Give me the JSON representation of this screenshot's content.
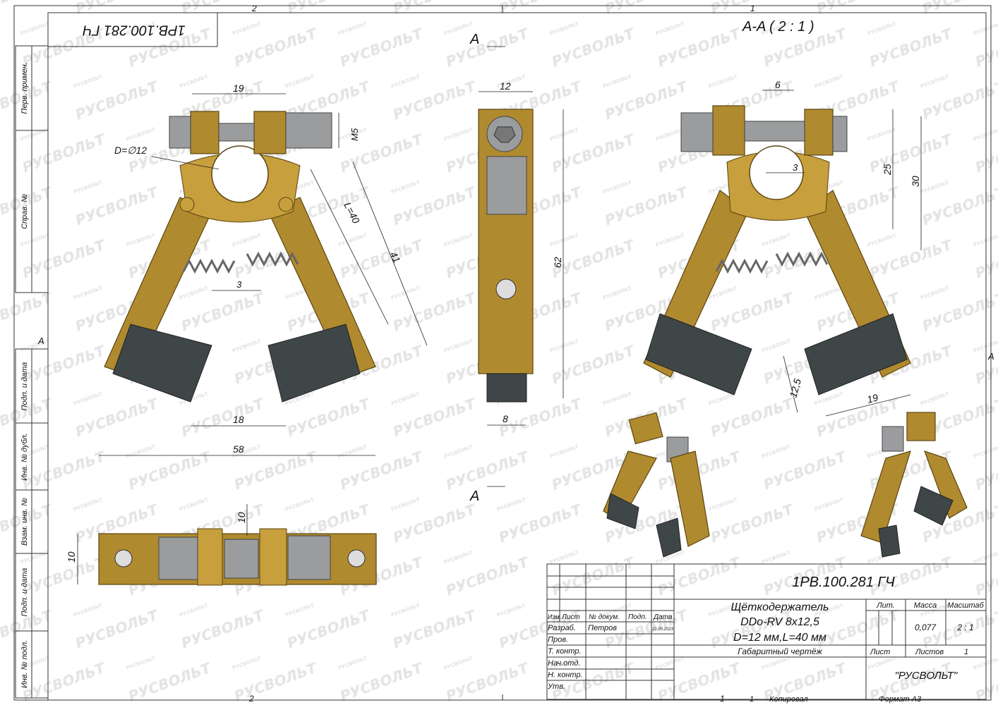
{
  "watermark": {
    "big": "РУСВОЛЬТ",
    "small": "РУСВОЛЬТ"
  },
  "frame": {
    "zone_top_left": "2",
    "zone_top_right": "1",
    "zone_bottom_left": "2",
    "zone_bottom_right": "1",
    "left_marker": "A",
    "right_marker": "A",
    "rotated_code": "1PB.100.281 ГЧ"
  },
  "side_strip": [
    "Перв. примен.",
    "Справ. №",
    "Подп. и дата",
    "Инв. № дубл.",
    "Взам. инв. №",
    "Подп. и дата",
    "Инв. № подл."
  ],
  "section": {
    "title": "A-A ( 2 : 1 )",
    "marker_top": "A",
    "marker_bottom": "A"
  },
  "dimensions": {
    "front": {
      "width_top": "19",
      "thread": "M5",
      "diameter": "D=∅12",
      "length": "L=40",
      "overall_len": "41",
      "gap": "3",
      "brush_gap": "18",
      "overall_width": "58"
    },
    "side": {
      "width": "12",
      "height": "62",
      "brush": "8"
    },
    "bottom": {
      "height": "10",
      "slot": "10"
    },
    "section": {
      "top": "6",
      "offset": "3",
      "h1": "25",
      "h2": "30",
      "brush_w": "12,5",
      "brush_l": "19"
    }
  },
  "title_block": {
    "code": "1PB.100.281 ГЧ",
    "headers": {
      "izm": "Изм.",
      "list": "Лист",
      "doc": "№ докум.",
      "sign": "Подп.",
      "date": "Дата"
    },
    "rows": [
      {
        "role": "Разраб.",
        "name": "Петров",
        "date": "21.05.2023"
      },
      {
        "role": "Пров.",
        "name": "",
        "date": ""
      },
      {
        "role": "Т. контр.",
        "name": "",
        "date": ""
      },
      {
        "role": "Нач.отд.",
        "name": "",
        "date": ""
      },
      {
        "role": "Н. контр.",
        "name": "",
        "date": ""
      },
      {
        "role": "Утв.",
        "name": "",
        "date": ""
      }
    ],
    "name_line1": "Щёткодержатель",
    "name_line2": "DDo-RV 8x12,5",
    "name_line3": "D=12 мм,L=40 мм",
    "doc_type": "Габаритный чертёж",
    "lit_label": "Лит.",
    "mass_label": "Масса",
    "scale_label": "Масштаб",
    "mass": "0,077",
    "scale": "2 : 1",
    "sheet_label": "Лист",
    "sheets_label": "Листов",
    "sheets": "1",
    "company": "\"РУСВОЛЬТ\"",
    "copied_num": "1",
    "copied": "Копировал",
    "format": "Формат А3"
  }
}
